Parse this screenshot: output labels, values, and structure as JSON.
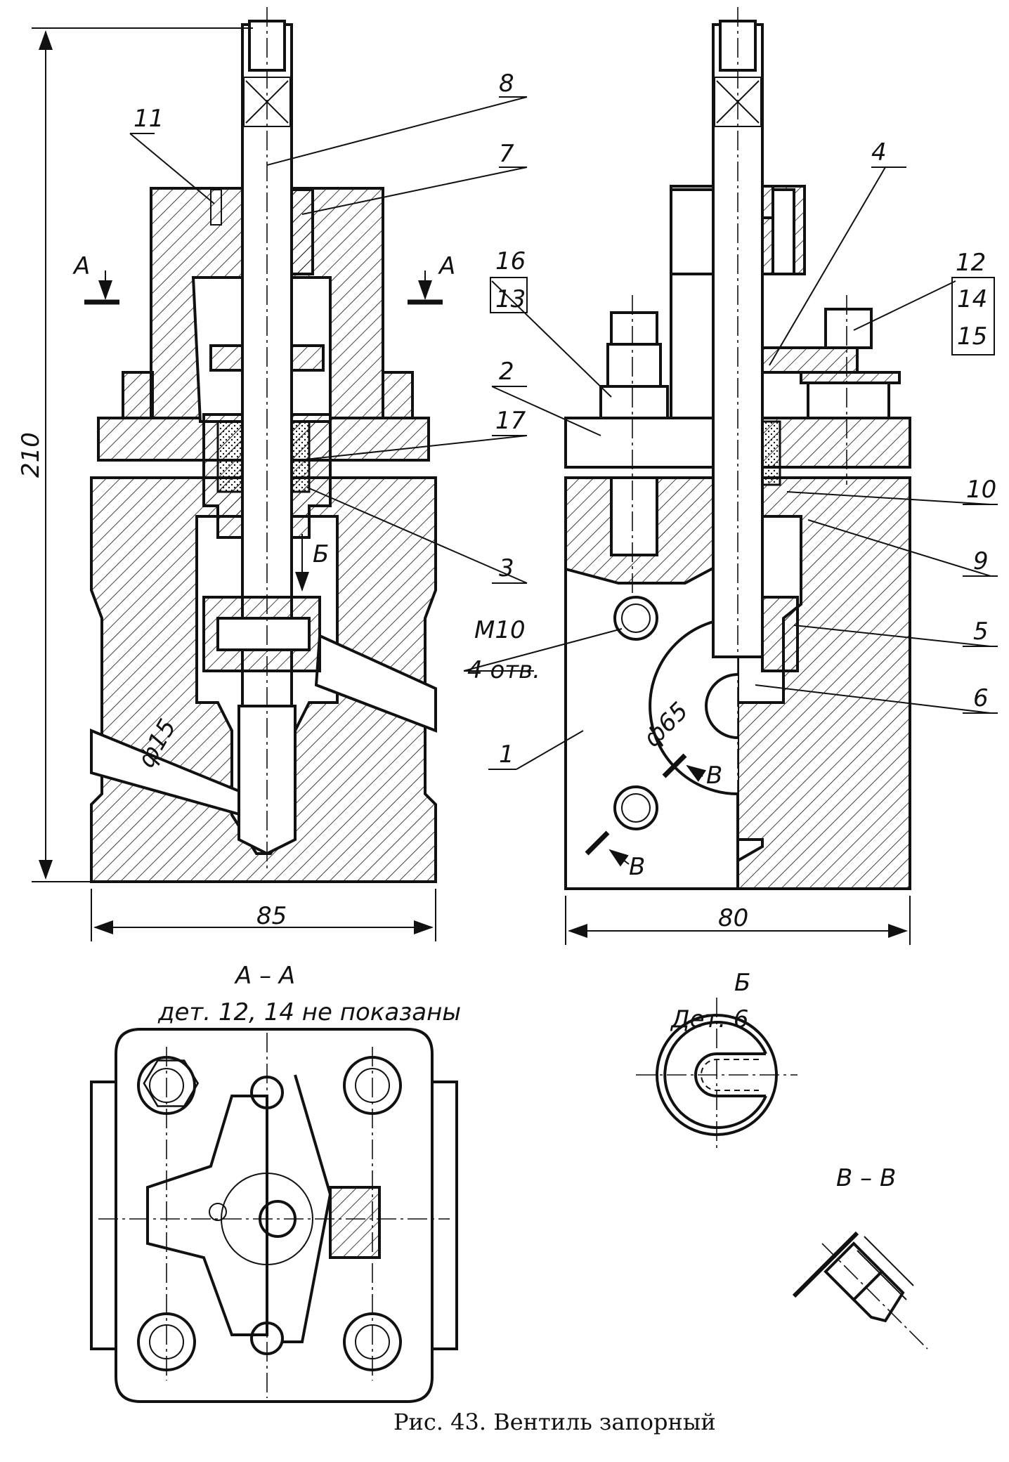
{
  "caption": "Рис. 43. Вентиль запорный",
  "dimensions": {
    "height": "210",
    "width_front": "85",
    "width_side": "80",
    "pipe_dia": "ф15",
    "flange_dia": "ф65"
  },
  "thread_note": {
    "thread": "M10",
    "holes": "4 отв."
  },
  "section_marks": {
    "a_left": "А",
    "a_right": "А",
    "b_arrow": "Б",
    "v_top": "В",
    "v_bottom": "В"
  },
  "part_labels": [
    "8",
    "7",
    "11",
    "4",
    "16",
    "13",
    "12",
    "14",
    "15",
    "2",
    "17",
    "10",
    "3",
    "9",
    "5",
    "6",
    "1"
  ],
  "views": {
    "section_aa": {
      "title": "А – А",
      "note": "дет. 12, 14 не показаны"
    },
    "view_b": {
      "title": "Б",
      "note": "Дет. 6"
    },
    "section_vv": {
      "title": "В – В"
    }
  }
}
